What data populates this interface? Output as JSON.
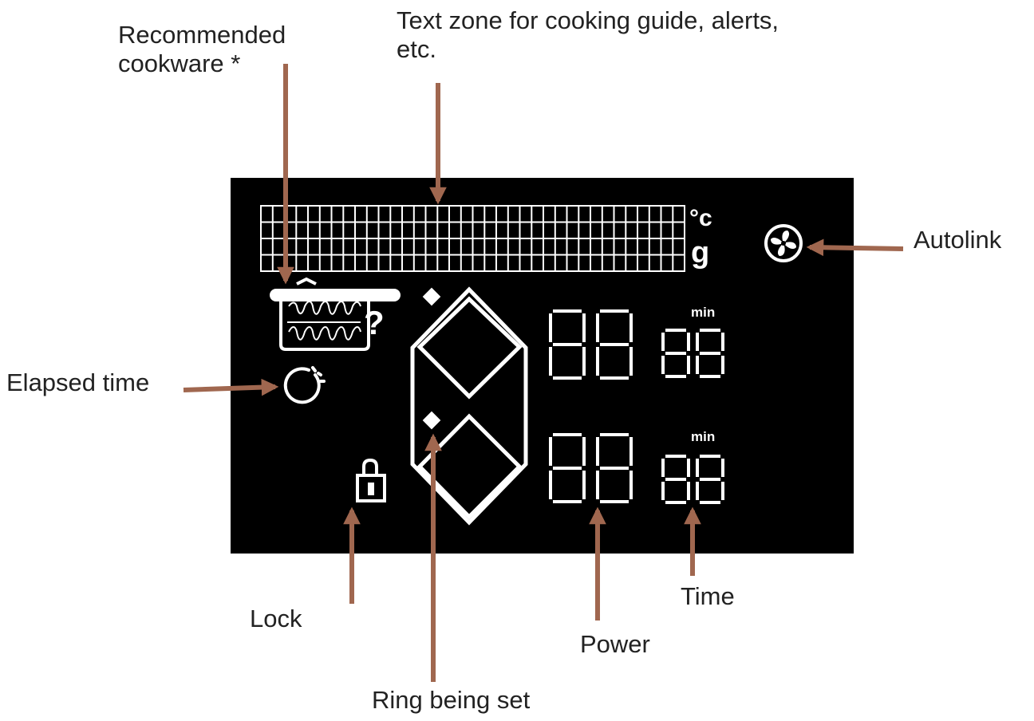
{
  "callouts": {
    "cookware_line1": "Recommended",
    "cookware_line2": "cookware *",
    "textzone_line1": "Text zone for cooking guide, alerts,",
    "textzone_line2": "etc.",
    "autolink": "Autolink",
    "elapsed_time": "Elapsed time",
    "lock": "Lock",
    "power": "Power",
    "time": "Time",
    "ring_being_set": "Ring being set"
  },
  "display": {
    "unit_celsius": "°c",
    "unit_gram": "g",
    "min_top": "min",
    "min_bottom": "min",
    "help_mark": "?",
    "power_top": "88",
    "time_top": "88",
    "power_bottom": "88",
    "time_bottom": "88"
  },
  "colors": {
    "panel": "#000000",
    "segments": "#ffffff",
    "arrows": "#a0674f",
    "text": "#222222"
  },
  "icons": {
    "autolink": "fan-icon",
    "elapsed_time": "timer-icon",
    "lock": "padlock-icon",
    "cookware": "pot-icon"
  }
}
